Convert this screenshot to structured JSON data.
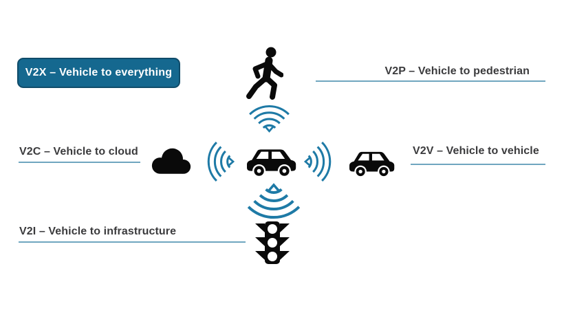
{
  "title": "V2X connectivity diagram",
  "badge": {
    "label": "V2X – Vehicle to everything"
  },
  "labels": {
    "v2p": "V2P – Vehicle to pedestrian",
    "v2c": "V2C – Vehicle to cloud",
    "v2v": "V2V – Vehicle to vehicle",
    "v2i": "V2I – Vehicle to infrastructure"
  },
  "icons": {
    "pedestrian-icon": "walking person silhouette",
    "cloud-icon": "filled cloud",
    "car-center-icon": "car side view facing left",
    "car-right-icon": "car side view facing left",
    "traffic-light-icon": "traffic light with side visors",
    "wifi-up-icon": "signal waves radiating up",
    "wifi-left-icon": "signal waves radiating left",
    "wifi-right-icon": "signal waves radiating right",
    "wifi-down-icon": "signal waves radiating down"
  },
  "colors": {
    "background": "#ffffff",
    "badge_bg": "#15688f",
    "badge_border": "#0f4b69",
    "badge_text": "#ffffff",
    "label_text": "#3b3b3d",
    "underline": "#6fa6bf",
    "icon_black": "#0a0a0a",
    "wifi_stroke": "#1e7aa6"
  }
}
